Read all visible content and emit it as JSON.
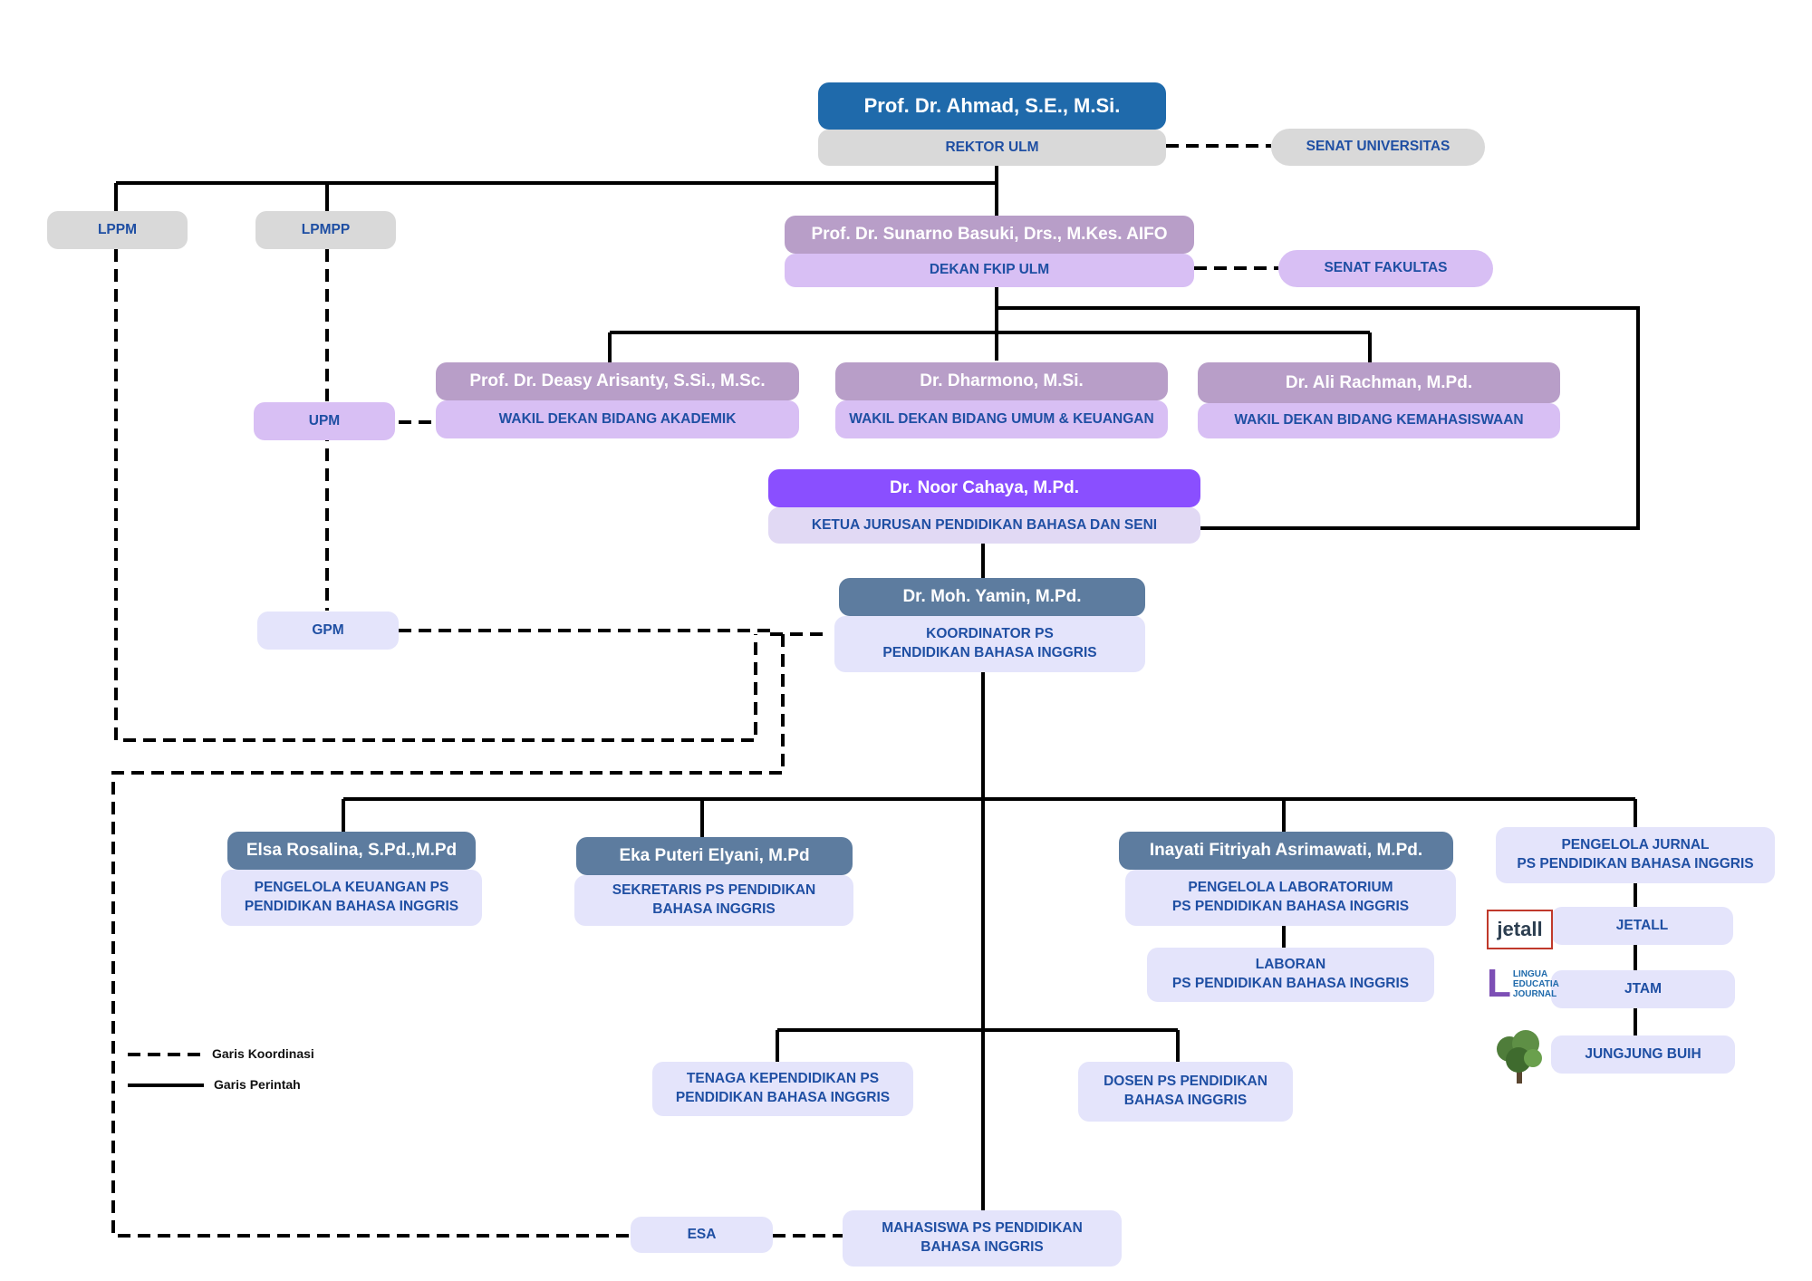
{
  "rector": {
    "name": "Prof. Dr. Ahmad, S.E., M.Si.",
    "title": "REKTOR ULM"
  },
  "senat_universitas": "SENAT UNIVERSITAS",
  "lppm": "LPPM",
  "lpmpp": "LPMPP",
  "dean": {
    "name": "Prof. Dr. Sunarno Basuki, Drs., M.Kes. AIFO",
    "title": "DEKAN FKIP ULM"
  },
  "senat_fakultas": "SENAT FAKULTAS",
  "vice_deans": [
    {
      "name": "Prof. Dr. Deasy Arisanty, S.Si., M.Sc.",
      "title": "WAKIL DEKAN BIDANG AKADEMIK"
    },
    {
      "name": "Dr. Dharmono, M.Si.",
      "title": "WAKIL DEKAN BIDANG UMUM & KEUANGAN"
    },
    {
      "name": "Dr. Ali Rachman, M.Pd.",
      "title": "WAKIL DEKAN BIDANG KEMAHASISWAAN"
    }
  ],
  "upm": "UPM",
  "gpm": "GPM",
  "department_head": {
    "name": "Dr. Noor Cahaya, M.Pd.",
    "title": "KETUA JURUSAN PENDIDIKAN BAHASA DAN SENI"
  },
  "coordinator": {
    "name": "Dr. Moh. Yamin, M.Pd.",
    "title_line1": "KOORDINATOR PS",
    "title_line2": "PENDIDIKAN BAHASA INGGRIS"
  },
  "finance": {
    "name": "Elsa Rosalina, S.Pd.,M.Pd",
    "title_line1": "PENGELOLA KEUANGAN PS",
    "title_line2": "PENDIDIKAN BAHASA INGGRIS"
  },
  "secretary": {
    "name": "Eka Puteri Elyani, M.Pd",
    "title_line1": "SEKRETARIS PS PENDIDIKAN",
    "title_line2": "BAHASA INGGRIS"
  },
  "laboratory": {
    "name": "Inayati Fitriyah Asrimawati, M.Pd.",
    "title_line1": "PENGELOLA LABORATORIUM",
    "title_line2": "PS PENDIDIKAN BAHASA INGGRIS"
  },
  "laboran": {
    "line1": "LABORAN",
    "line2": "PS PENDIDIKAN BAHASA INGGRIS"
  },
  "journal_manager": {
    "line1": "PENGELOLA JURNAL",
    "line2": "PS PENDIDIKAN BAHASA INGGRIS"
  },
  "journals": [
    "JETALL",
    "JTAM",
    "JUNGJUNG BUIH"
  ],
  "logos": {
    "jetall_text": "jetall",
    "lingua_letter": "L",
    "lingua_line1": "LINGUA",
    "lingua_line2": "EDUCATIA",
    "lingua_line3": "JOURNAL"
  },
  "staff": {
    "line1": "TENAGA KEPENDIDIKAN PS",
    "line2": "PENDIDIKAN BAHASA INGGRIS"
  },
  "lecturers": {
    "line1": "DOSEN PS PENDIDIKAN",
    "line2": "BAHASA INGGRIS"
  },
  "students": {
    "line1": "MAHASISWA PS PENDIDIKAN",
    "line2": "BAHASA INGGRIS"
  },
  "esa": "ESA",
  "legend": {
    "coordination": "Garis Koordinasi",
    "command": "Garis Perintah"
  },
  "colors": {
    "rector_name": "#1f6aab",
    "gray": "#d9d9d9",
    "mauve": "#b89ec8",
    "lilac": "#d8bff4",
    "violet": "#8a4fff",
    "pale": "#e1d9f4",
    "slate": "#5d7c9f",
    "faint": "#e4e4fb",
    "title_text": "#1f4fa3"
  }
}
